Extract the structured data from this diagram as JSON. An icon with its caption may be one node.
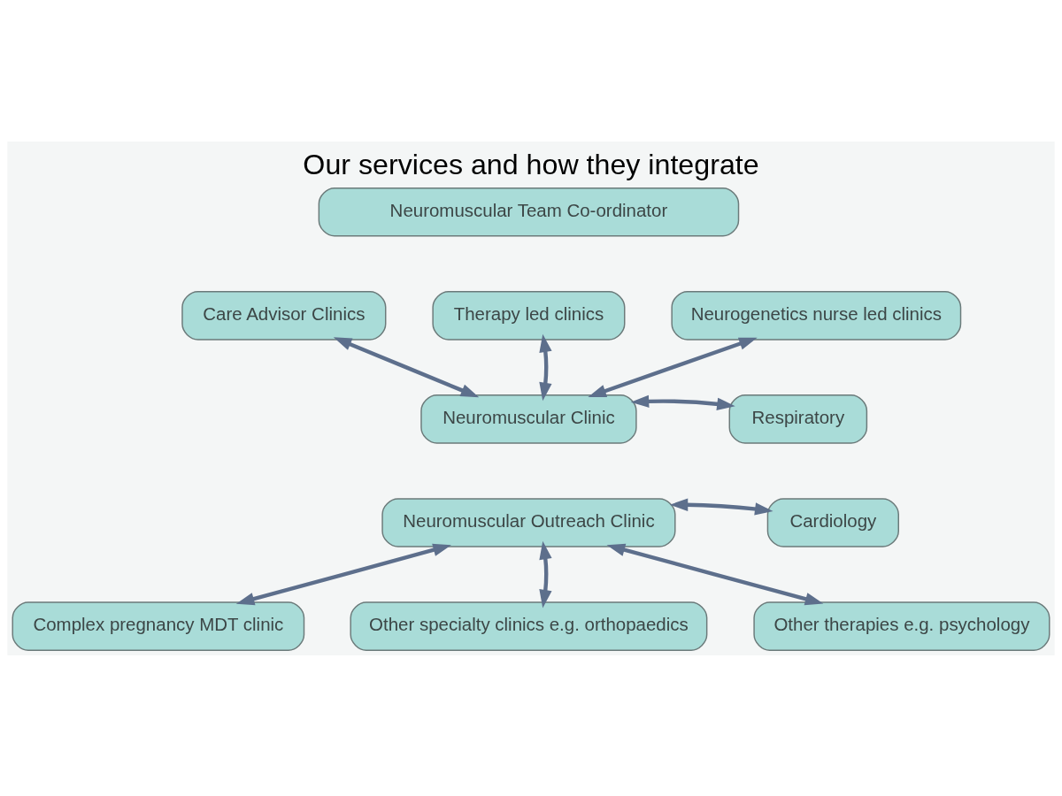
{
  "diagram": {
    "title": "Our services and how they integrate",
    "nodes": [
      {
        "text": [
          "Neuromuscular Team Co-ordinator"
        ]
      },
      {
        "text": [
          "Care Advisor Clinics"
        ]
      },
      {
        "text": [
          "Therapy led clinics"
        ]
      },
      {
        "text": [
          "Neurogenetics nurse led clinics"
        ]
      },
      {
        "text": [
          "Neuromuscular Clinic"
        ]
      },
      {
        "text": [
          "Respiratory"
        ]
      },
      {
        "text": [
          "Cardiology"
        ]
      },
      {
        "text": [
          "Neuromuscular Outreach Clinic"
        ]
      },
      {
        "text": [
          "Complex pregnancy MDT clinic"
        ]
      },
      {
        "text": [
          "Other specialty clinics e.g. orthopaedics"
        ]
      },
      {
        "text": [
          "Other therapies e.g. psychology"
        ]
      }
    ],
    "edges": [
      {
        "from": 4,
        "to": 1,
        "arrow": "both"
      },
      {
        "from": 4,
        "to": 2,
        "arrow": "both"
      },
      {
        "from": 4,
        "to": 3,
        "arrow": "both"
      },
      {
        "from": 4,
        "to": 5,
        "arrow": "both"
      },
      {
        "from": 7,
        "to": 6,
        "arrow": "both"
      },
      {
        "from": 7,
        "to": 8,
        "arrow": "both"
      },
      {
        "from": 7,
        "to": 9,
        "arrow": "both"
      },
      {
        "from": 7,
        "to": 10,
        "arrow": "both"
      }
    ]
  }
}
